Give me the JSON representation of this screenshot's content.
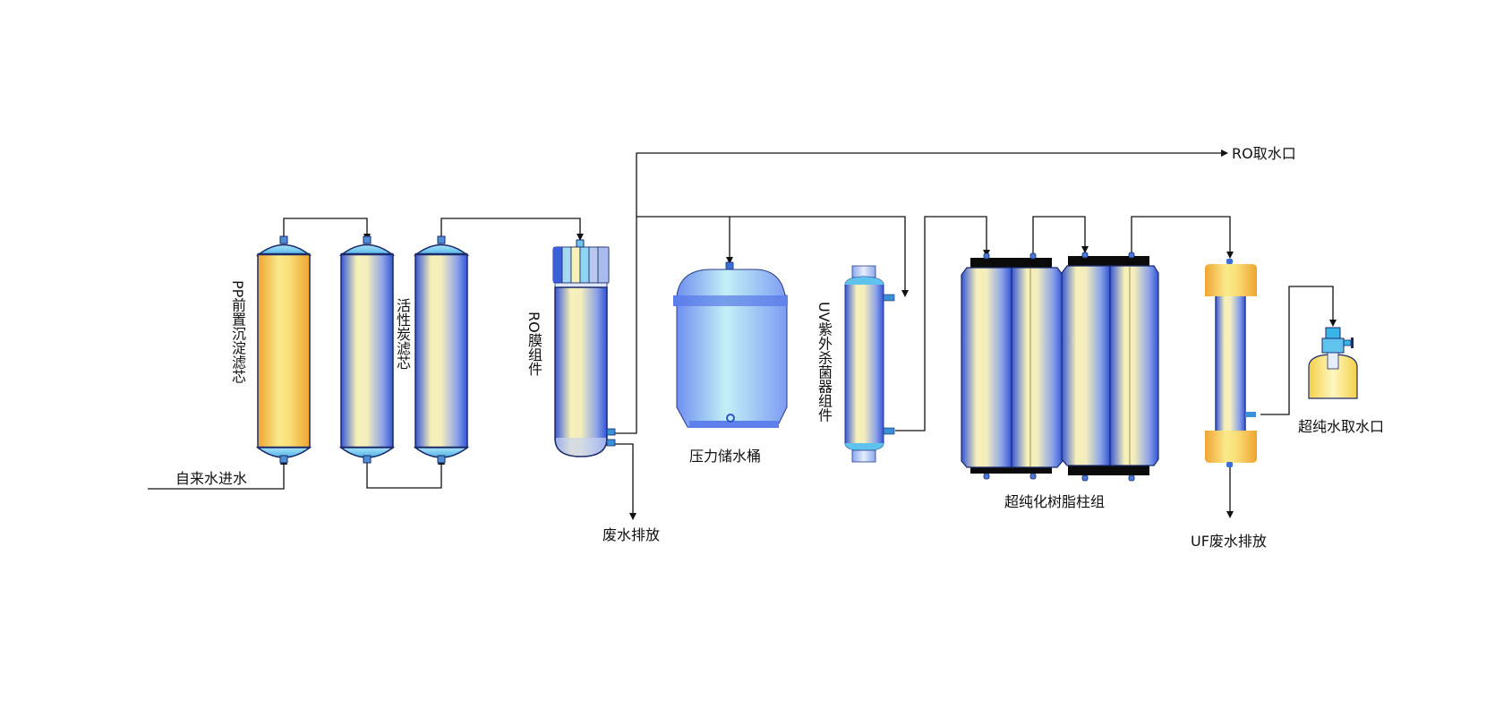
{
  "diagram": {
    "title": "",
    "components": [
      {
        "id": "pp",
        "label": "PP前置沉淀滤芯",
        "type": "filter-cartridge",
        "color": "#f5b547"
      },
      {
        "id": "carbon1",
        "label": "活性炭滤芯",
        "type": "filter-cartridge",
        "color": "#4a6fe0"
      },
      {
        "id": "carbon2",
        "label": "",
        "type": "filter-cartridge",
        "color": "#4a6fe0"
      },
      {
        "id": "ro",
        "label": "RO膜组件",
        "type": "membrane-housing",
        "color": "#4a6fe0"
      },
      {
        "id": "tank",
        "label": "压力储水桶",
        "type": "pressure-tank",
        "color": "#7fa6f5"
      },
      {
        "id": "uv",
        "label": "UV紫外杀菌器组件",
        "type": "uv-sterilizer",
        "color": "#4a6fe0"
      },
      {
        "id": "resin",
        "label": "超纯化树脂柱组",
        "type": "resin-column-group",
        "color": "#4a6fe0"
      },
      {
        "id": "uf",
        "label": "",
        "type": "uf-module",
        "color": "#f5b547"
      },
      {
        "id": "tap",
        "label": "超纯水取水口",
        "type": "outlet-valve",
        "color": "#f8e27a"
      }
    ],
    "io_labels": {
      "inlet": "自来水进水",
      "ro_waste": "废水排放",
      "ro_outlet": "RO取水口",
      "uf_waste": "UF废水排放",
      "ultrapure_outlet": "超纯水取水口"
    },
    "flow": [
      "自来水进水 → PP前置沉淀滤芯",
      "PP前置沉淀滤芯 → 活性炭滤芯",
      "活性炭滤芯 → 活性炭滤芯(2)",
      "活性炭滤芯(2) → RO膜组件",
      "RO膜组件 → 废水排放",
      "RO膜组件 → 压力储水桶",
      "RO膜组件 → RO取水口",
      "RO膜组件 → UV紫外杀菌器组件",
      "UV紫外杀菌器组件 → 超纯化树脂柱组",
      "超纯化树脂柱组 → UF",
      "UF → UF废水排放",
      "UF → 超纯水取水口"
    ],
    "colors": {
      "line": "#111111",
      "blue_dark": "#3a5fd8",
      "cream": "#f7f0b8",
      "orange": "#f3a93a",
      "cap": "#5fc3ee"
    }
  }
}
